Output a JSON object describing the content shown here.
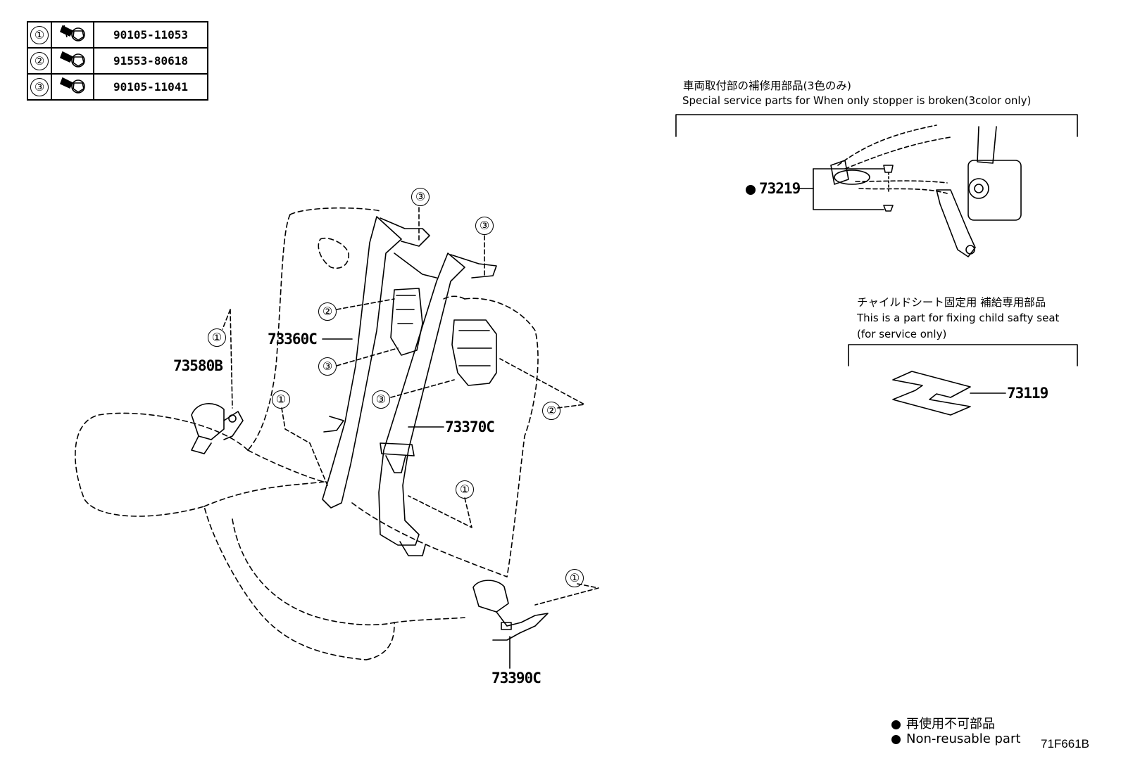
{
  "fastener_table": [
    {
      "index": "①",
      "icon": "bolt-icon",
      "part_no": "90105-11053"
    },
    {
      "index": "②",
      "icon": "bolt-icon",
      "part_no": "91553-80618"
    },
    {
      "index": "③",
      "icon": "bolt-icon",
      "part_no": "90105-11041"
    }
  ],
  "callouts": {
    "c1": "①",
    "c2": "②",
    "c3": "③"
  },
  "parts": {
    "p73580B": "73580B",
    "p73360C": "73360C",
    "p73370C": "73370C",
    "p73390C": "73390C",
    "p73219": "73219",
    "p73119": "73119"
  },
  "notes": {
    "stopper_jp": "車両取付部の補修用部品(3色のみ)",
    "stopper_en": "Special service parts for When only stopper is broken(3color only)",
    "child_jp": "チャイルドシート固定用 補給専用部品",
    "child_en_1": "This is a part for fixing child safty seat",
    "child_en_2": "(for service only)"
  },
  "legend": {
    "jp": "再使用不可部品",
    "en": "Non-reusable part"
  },
  "diagram_code": "71F661B"
}
